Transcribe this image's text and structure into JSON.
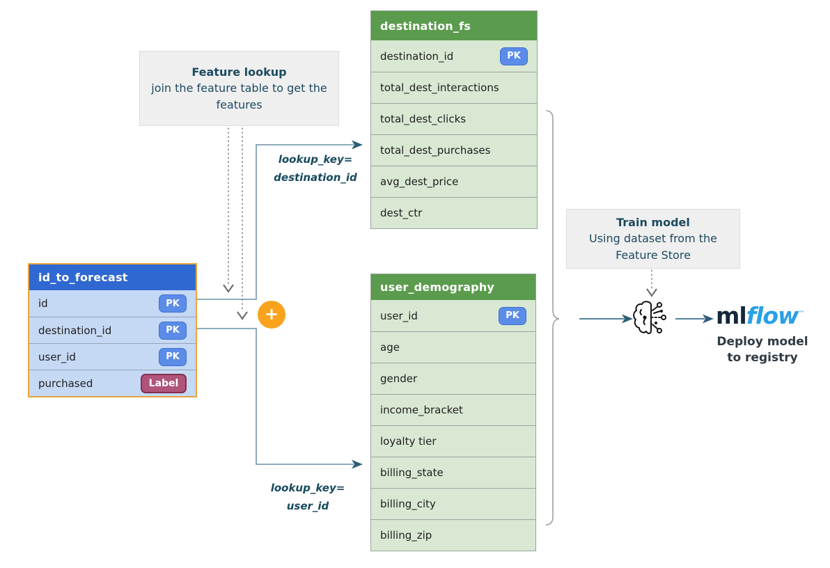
{
  "notes": {
    "feature_lookup": {
      "title": "Feature lookup",
      "body": "join the feature table to get the features"
    },
    "train_model": {
      "title": "Train model",
      "body": "Using dataset from the Feature Store"
    }
  },
  "tables": {
    "destination_fs": {
      "title": "destination_fs",
      "rows": [
        {
          "name": "destination_id",
          "badge": "PK"
        },
        {
          "name": "total_dest_interactions"
        },
        {
          "name": "total_dest_clicks"
        },
        {
          "name": "total_dest_purchases"
        },
        {
          "name": "avg_dest_price"
        },
        {
          "name": "dest_ctr"
        }
      ]
    },
    "user_demography": {
      "title": "user_demography",
      "rows": [
        {
          "name": "user_id",
          "badge": "PK"
        },
        {
          "name": "age"
        },
        {
          "name": "gender"
        },
        {
          "name": "income_bracket"
        },
        {
          "name": "loyalty tier"
        },
        {
          "name": "billing_state"
        },
        {
          "name": "billing_city"
        },
        {
          "name": "billing_zip"
        }
      ]
    },
    "id_to_forecast": {
      "title": "id_to_forecast",
      "rows": [
        {
          "name": "id",
          "badge": "PK"
        },
        {
          "name": "destination_id",
          "badge": "PK"
        },
        {
          "name": "user_id",
          "badge": "PK"
        },
        {
          "name": "purchased",
          "badge": "Label"
        }
      ]
    }
  },
  "lookup_labels": {
    "destination": {
      "line1": "lookup_key=",
      "line2": "destination_id"
    },
    "user": {
      "line1": "lookup_key=",
      "line2": "user_id"
    }
  },
  "join_node": {
    "plus": "+"
  },
  "mlflow": {
    "logo_ml": "ml",
    "logo_flow": "flow",
    "trademark": "™",
    "caption_line1": "Deploy model",
    "caption_line2": "to registry"
  },
  "icons": {
    "plus": "plus-icon",
    "brain": "brain-circuit-icon"
  },
  "colors": {
    "green_header": "#5b9b4d",
    "green_row": "#d9e8d3",
    "blue_header": "#2e68d0",
    "blue_row": "#c6d9f4",
    "orange_accent": "#e8a33d",
    "plus_orange": "#f9a21c",
    "pk_badge": "#5a8ce8",
    "label_badge": "#b15479",
    "note_text": "#1d4a60",
    "arrow_steel": "#37708e",
    "mlflow_blue": "#2aa0e6",
    "mlflow_dark": "#16293a"
  }
}
